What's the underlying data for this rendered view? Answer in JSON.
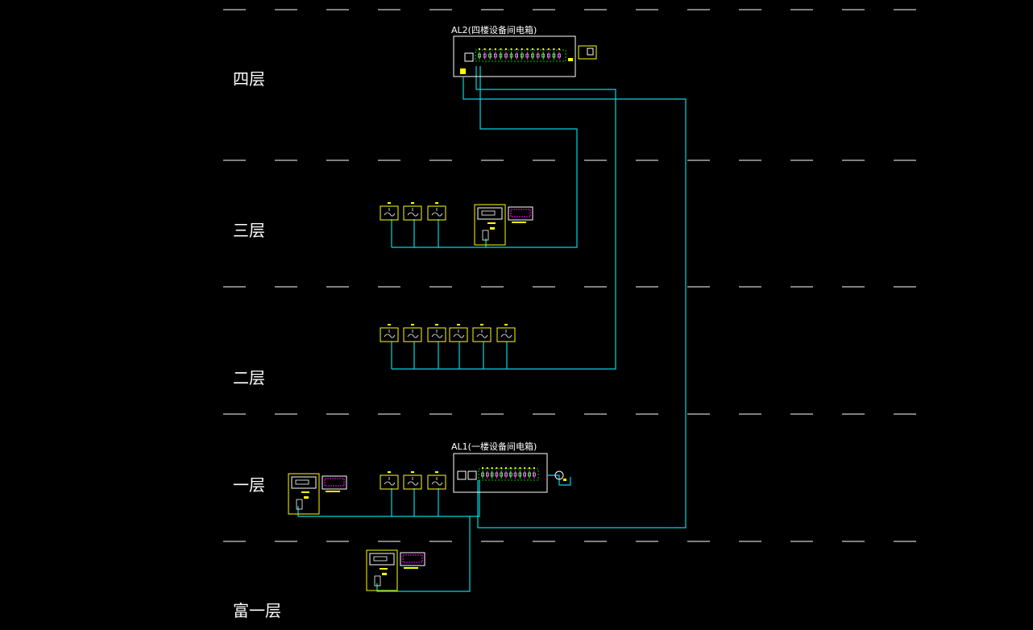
{
  "floors": [
    {
      "id": "f4",
      "label": "四层"
    },
    {
      "id": "f3",
      "label": "三层"
    },
    {
      "id": "f2",
      "label": "二层"
    },
    {
      "id": "f1",
      "label": "一层"
    },
    {
      "id": "fb1",
      "label": "富一层"
    }
  ],
  "panels": {
    "al2": {
      "title": "AL2(四楼设备间电箱)"
    },
    "al1": {
      "title": "AL1(一楼设备间电箱)"
    }
  },
  "colors": {
    "background": "#000000",
    "floor_line": "#ffffff",
    "cable": "#00d8e0",
    "device_box": "#ffff00",
    "breaker_accent": "#ff00ff",
    "breaker_green": "#00ff00",
    "text": "#ffffff"
  }
}
